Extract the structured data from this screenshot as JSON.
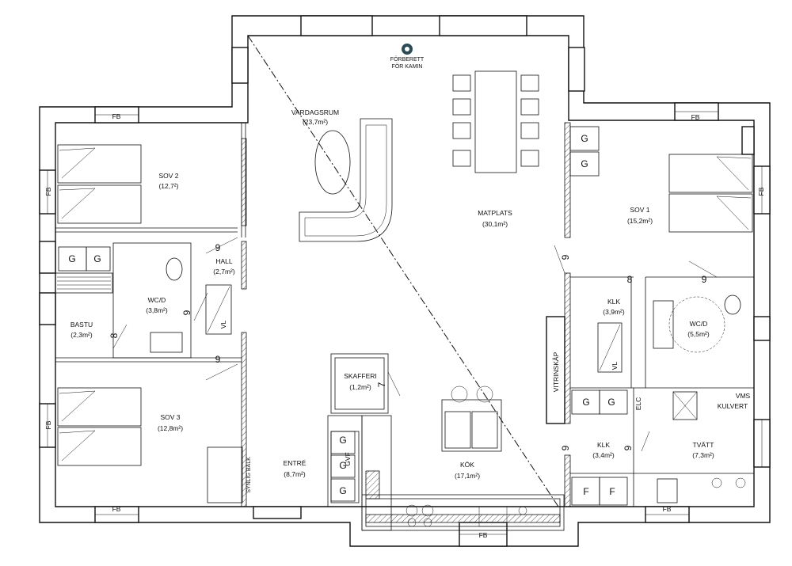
{
  "rooms": {
    "vardagsrum": {
      "name": "VARDAGSRUM",
      "area": "(23,7m²)"
    },
    "sov2": {
      "name": "SOV 2",
      "area": "(12,7²)"
    },
    "hall": {
      "name": "HALL",
      "area": "(2,7m²)"
    },
    "wcd_left": {
      "name": "WC/D",
      "area": "(3,8m²)"
    },
    "bastu": {
      "name": "BASTU",
      "area": "(2,3m²)"
    },
    "sov3": {
      "name": "SOV 3",
      "area": "(12,8m²)"
    },
    "entre": {
      "name": "ENTRÉ",
      "area": "(8,7m²)"
    },
    "skafferi": {
      "name": "SKAFFERI",
      "area": "(1,2m²)"
    },
    "kok": {
      "name": "KÖK",
      "area": "(17,1m²)"
    },
    "matplats": {
      "name": "MATPLATS",
      "area": "(30,1m²)"
    },
    "sov1": {
      "name": "SOV 1",
      "area": "(15,2m²)"
    },
    "klk_upper": {
      "name": "KLK",
      "area": "(3,9m²)"
    },
    "wcd_right": {
      "name": "WC/D",
      "area": "(5,5m²)"
    },
    "klk_lower": {
      "name": "KLK",
      "area": "(3,4m²)"
    },
    "tvatt": {
      "name": "TVÄTT",
      "area": "(7,3m²)"
    }
  },
  "labels": {
    "kamin_line1": "FÖRBERETT",
    "kamin_line2": "FÖR KAMIN",
    "vitrinskap": "VITRINSKÅP",
    "synlig_balk": "SYNLIG BALK",
    "elc": "ELC",
    "vms": "VMS",
    "kulvert": "KULVERT",
    "gvf": "GVF",
    "vl": "VL",
    "fb": "FB",
    "g": "G",
    "f": "F",
    "door_8": "8",
    "door_9": "9",
    "door_7": "7"
  },
  "colors": {
    "line": "#111111",
    "background": "#ffffff"
  }
}
